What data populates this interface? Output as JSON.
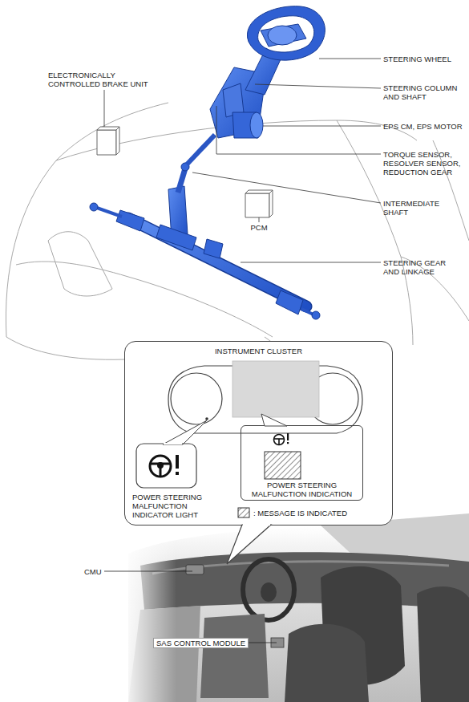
{
  "diagram": {
    "nodes": [
      {
        "text": [
          "ELECTRONICALLY CONTROLLED BRAKE UNIT"
        ]
      },
      {
        "text": [
          "PCM"
        ]
      },
      {
        "text": [
          "INSTRUMENT CLUSTER"
        ]
      },
      {
        "text": [
          "POWER STEERING MALFUNCTION INDICATOR LIGHT"
        ],
        "in": 2
      },
      {
        "text": [
          "POWER STEERING MALFUNCTION INDICATION"
        ],
        "in": 2
      }
    ],
    "labels": [
      "STEERING WHEEL",
      "STEERING COLUMN AND SHAFT",
      "EPS CM, EPS MOTOR",
      "TORQUE SENSOR, RESOLVER SENSOR, REDUCTION GEAR",
      "INTERMEDIATE SHAFT",
      "STEERING GEAR AND LINKAGE",
      "CMU",
      "SAS CONTROL MODULE"
    ],
    "legend": [
      {
        "text": ": MESSAGE IS INDICATED"
      }
    ]
  }
}
